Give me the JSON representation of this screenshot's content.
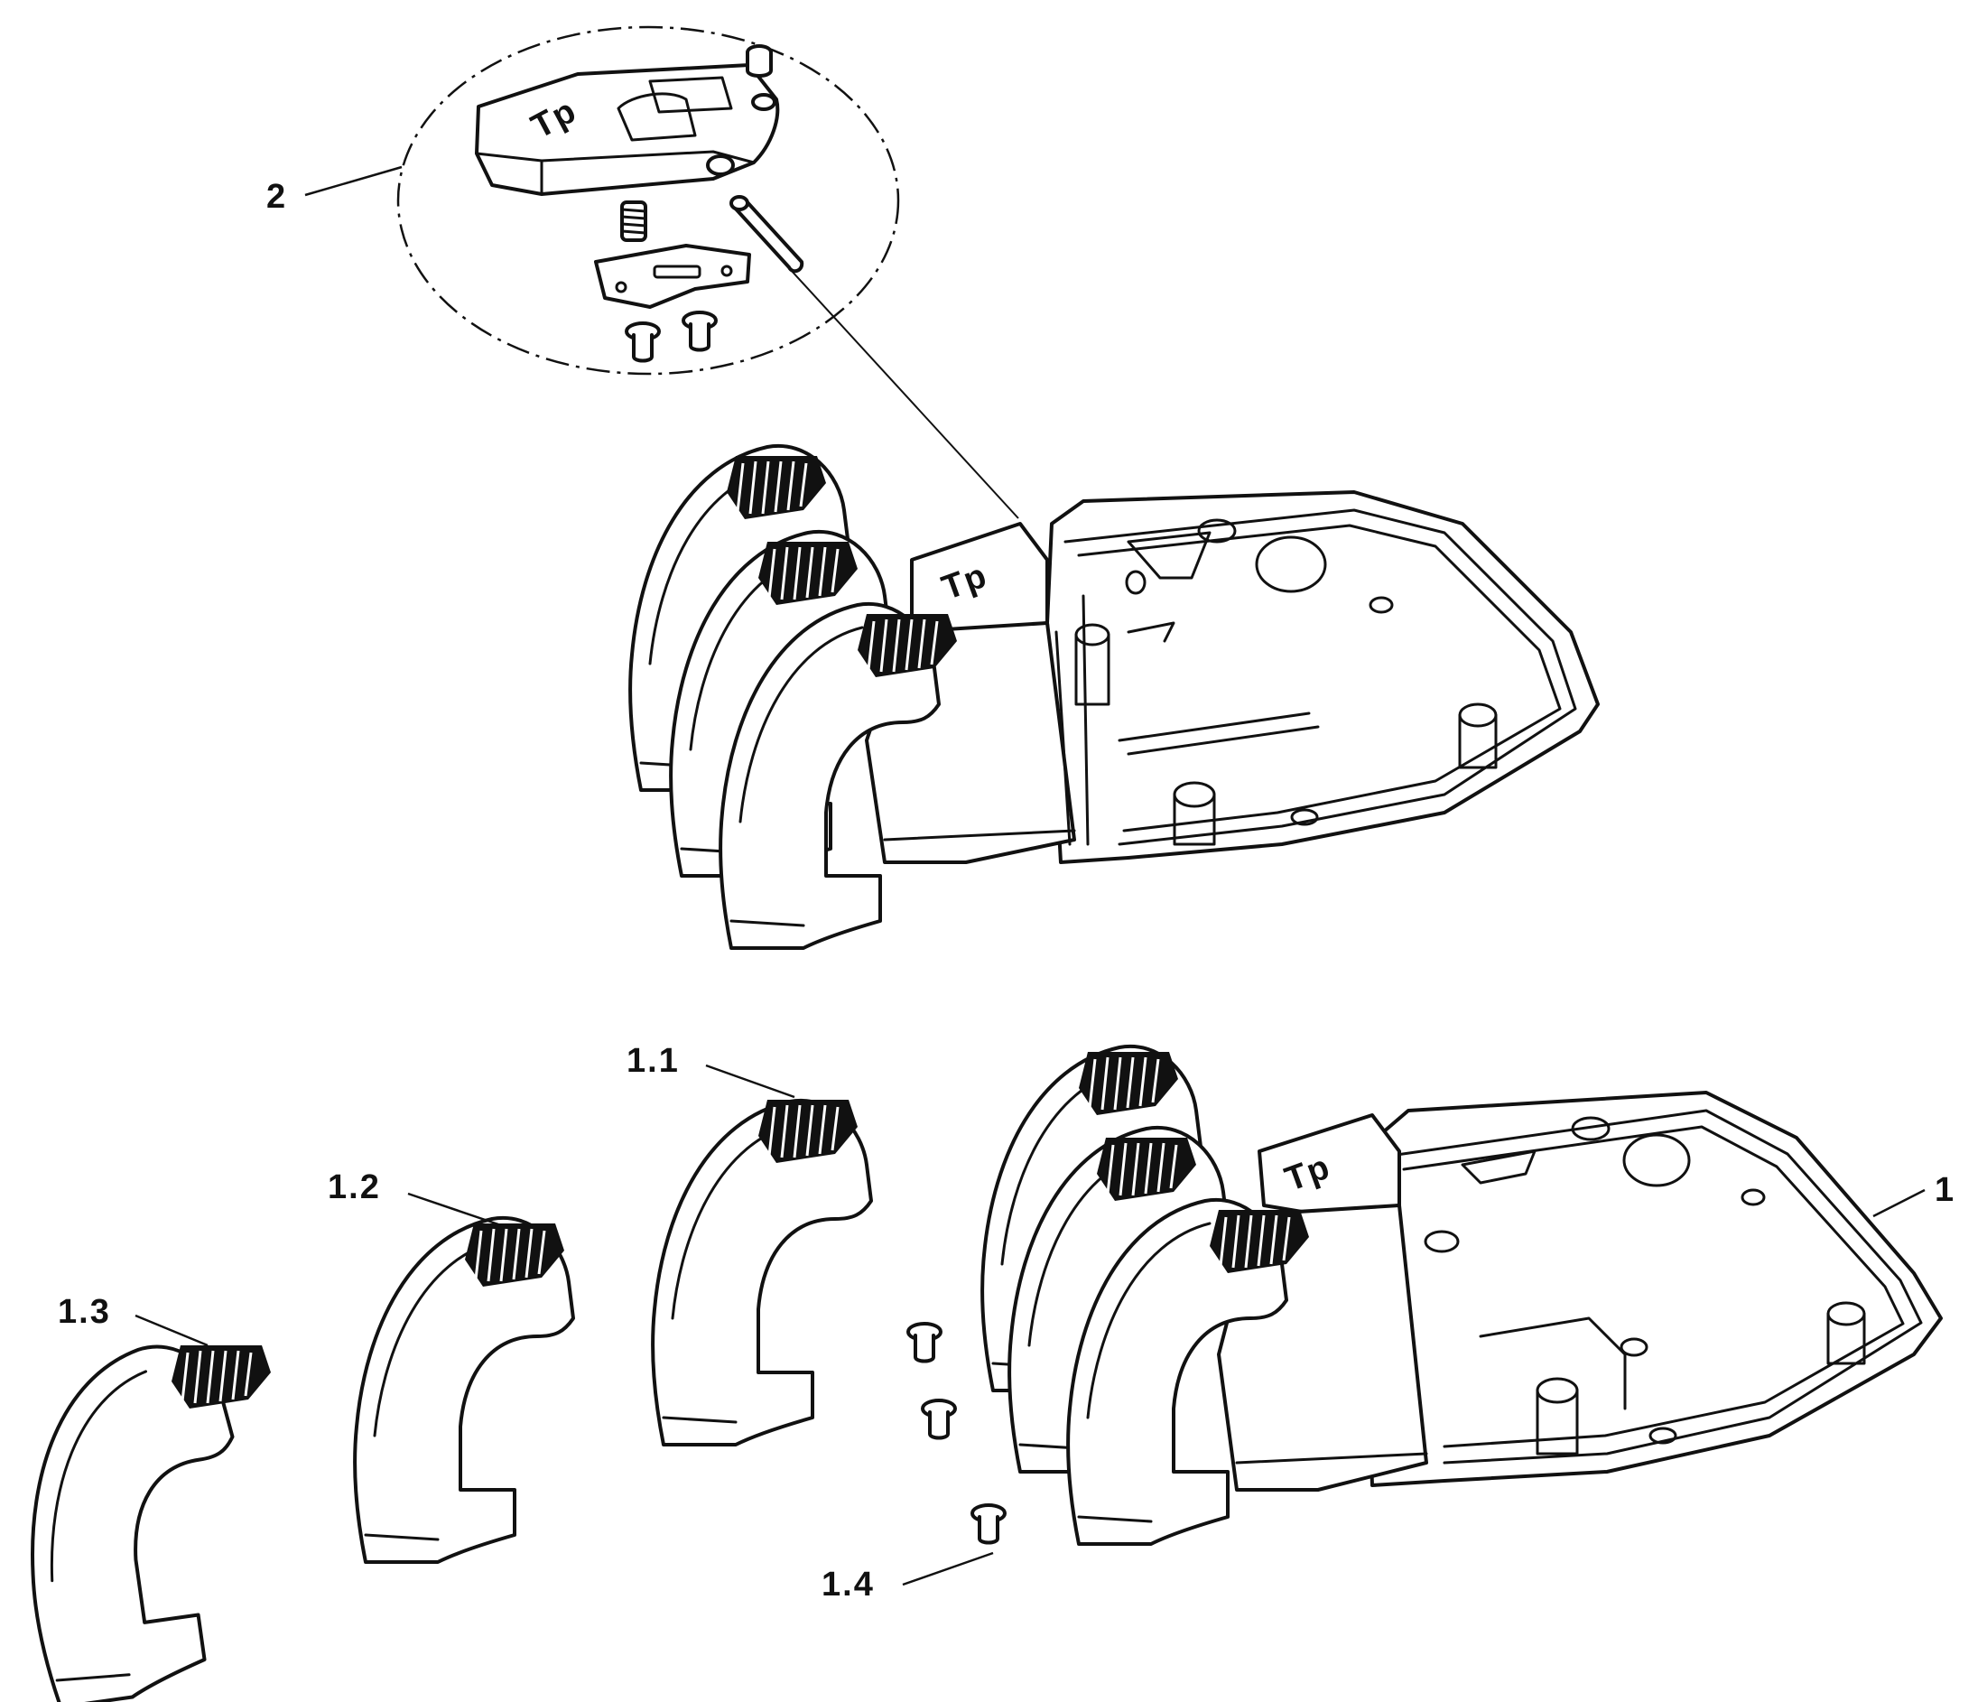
{
  "diagram": {
    "callouts": [
      {
        "id": "2",
        "text": "2"
      },
      {
        "id": "1.1",
        "text": "1.1"
      },
      {
        "id": "1.2",
        "text": "1.2"
      },
      {
        "id": "1.3",
        "text": "1.3"
      },
      {
        "id": "1.4",
        "text": "1.4"
      },
      {
        "id": "1",
        "text": "1"
      }
    ],
    "logo_text": "Tp",
    "colors": {
      "line": "#111111",
      "background": "#ffffff"
    }
  }
}
